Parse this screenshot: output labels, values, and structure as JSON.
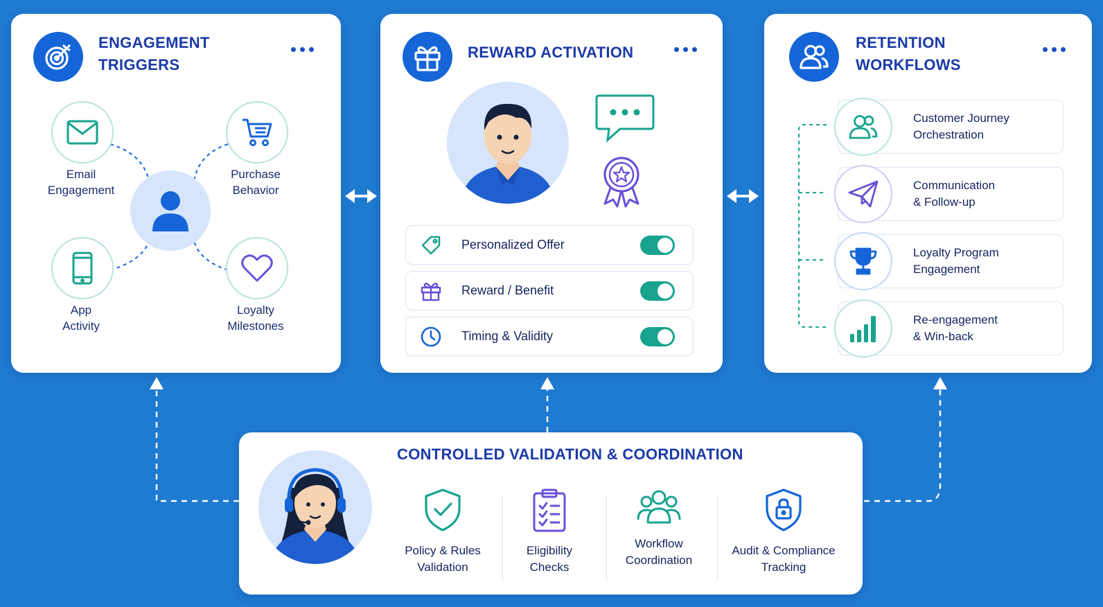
{
  "colors": {
    "background": "#1f7ad1",
    "primary_blue": "#1565d8",
    "title_blue": "#1a3aa8",
    "teal": "#17a38e",
    "purple": "#6a4fd8"
  },
  "engagement": {
    "title_line1": "ENGAGEMENT",
    "title_line2": "TRIGGERS",
    "header_icon": "target-icon",
    "center_icon": "user-icon",
    "nodes": [
      {
        "label_line1": "Email",
        "label_line2": "Engagement",
        "icon": "envelope-icon"
      },
      {
        "label_line1": "Purchase",
        "label_line2": "Behavior",
        "icon": "shopping-cart-icon"
      },
      {
        "label_line1": "App",
        "label_line2": "Activity",
        "icon": "smartphone-icon"
      },
      {
        "label_line1": "Loyalty",
        "label_line2": "Milestones",
        "icon": "heart-icon"
      }
    ]
  },
  "reward": {
    "title": "REWARD ACTIVATION",
    "header_icon": "gift-icon",
    "illustration": [
      "agent-avatar",
      "chat-bubble-icon",
      "award-ribbon-icon"
    ],
    "toggles": [
      {
        "label": "Personalized Offer",
        "icon": "tag-icon",
        "enabled": true
      },
      {
        "label": "Reward / Benefit",
        "icon": "gift-icon",
        "enabled": true
      },
      {
        "label": "Timing & Validity",
        "icon": "clock-icon",
        "enabled": true
      }
    ]
  },
  "retention": {
    "title_line1": "RETENTION",
    "title_line2": "WORKFLOWS",
    "header_icon": "users-icon",
    "workflows": [
      {
        "line1": "Customer Journey",
        "line2": "Orchestration",
        "icon": "users-icon"
      },
      {
        "line1": "Communication",
        "line2": "& Follow-up",
        "icon": "paper-plane-icon"
      },
      {
        "line1": "Loyalty Program",
        "line2": "Engagement",
        "icon": "trophy-icon"
      },
      {
        "line1": "Re-engagement",
        "line2": "& Win-back",
        "icon": "bar-chart-icon"
      }
    ]
  },
  "validation": {
    "title": "CONTROLLED VALIDATION & COORDINATION",
    "avatar": "support-agent-headset-avatar",
    "items": [
      {
        "line1": "Policy & Rules",
        "line2": "Validation",
        "icon": "shield-check-icon"
      },
      {
        "line1": "Eligibility",
        "line2": "Checks",
        "icon": "clipboard-checklist-icon"
      },
      {
        "line1": "Workflow",
        "line2": "Coordination",
        "icon": "team-icon"
      },
      {
        "line1": "Audit & Compliance",
        "line2": "Tracking",
        "icon": "shield-lock-icon"
      }
    ]
  }
}
